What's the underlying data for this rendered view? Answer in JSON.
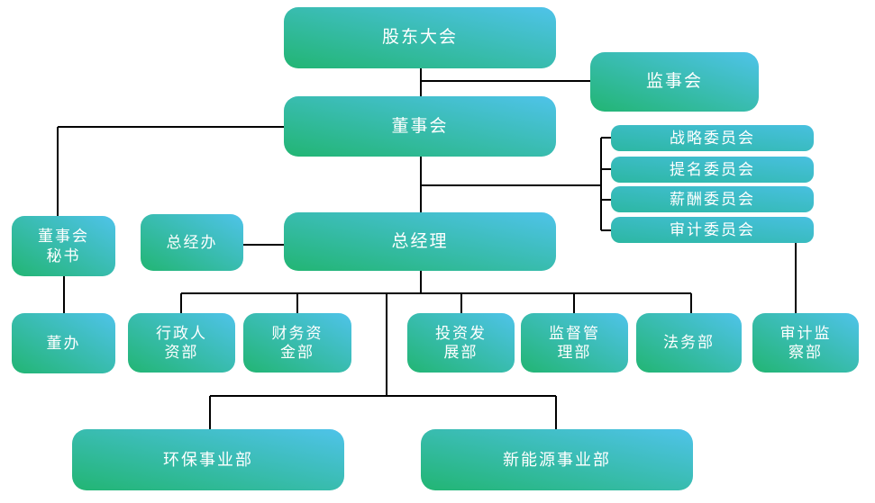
{
  "org_chart": {
    "nodes": {
      "shareholders": {
        "label": "股东大会"
      },
      "supervisory": {
        "label": "监事会"
      },
      "board": {
        "label": "董事会"
      },
      "committee_strategy": {
        "label": "战略委员会"
      },
      "committee_nomination": {
        "label": "提名委员会"
      },
      "committee_remuneration": {
        "label": "薪酬委员会"
      },
      "committee_audit": {
        "label": "审计委员会"
      },
      "board_secretary": {
        "label": "董事会\n秘书"
      },
      "gm_office": {
        "label": "总经办"
      },
      "general_manager": {
        "label": "总经理"
      },
      "board_office": {
        "label": "董办"
      },
      "dept_admin_hr": {
        "label": "行政人\n资部"
      },
      "dept_finance": {
        "label": "财务资\n金部"
      },
      "dept_investment": {
        "label": "投资发\n展部"
      },
      "dept_supervision": {
        "label": "监督管\n理部"
      },
      "dept_legal": {
        "label": "法务部"
      },
      "dept_audit": {
        "label": "审计监\n察部"
      },
      "div_environment": {
        "label": "环保事业部"
      },
      "div_new_energy": {
        "label": "新能源事业部"
      }
    },
    "colors": {
      "gradient_start": "#22b573",
      "gradient_end": "#4fc3ea",
      "committee_gradient_start": "#2cb7a2",
      "committee_gradient_end": "#48c0e0",
      "connector_line": "#000000",
      "node_text": "#ffffff",
      "background": "#ffffff"
    }
  }
}
